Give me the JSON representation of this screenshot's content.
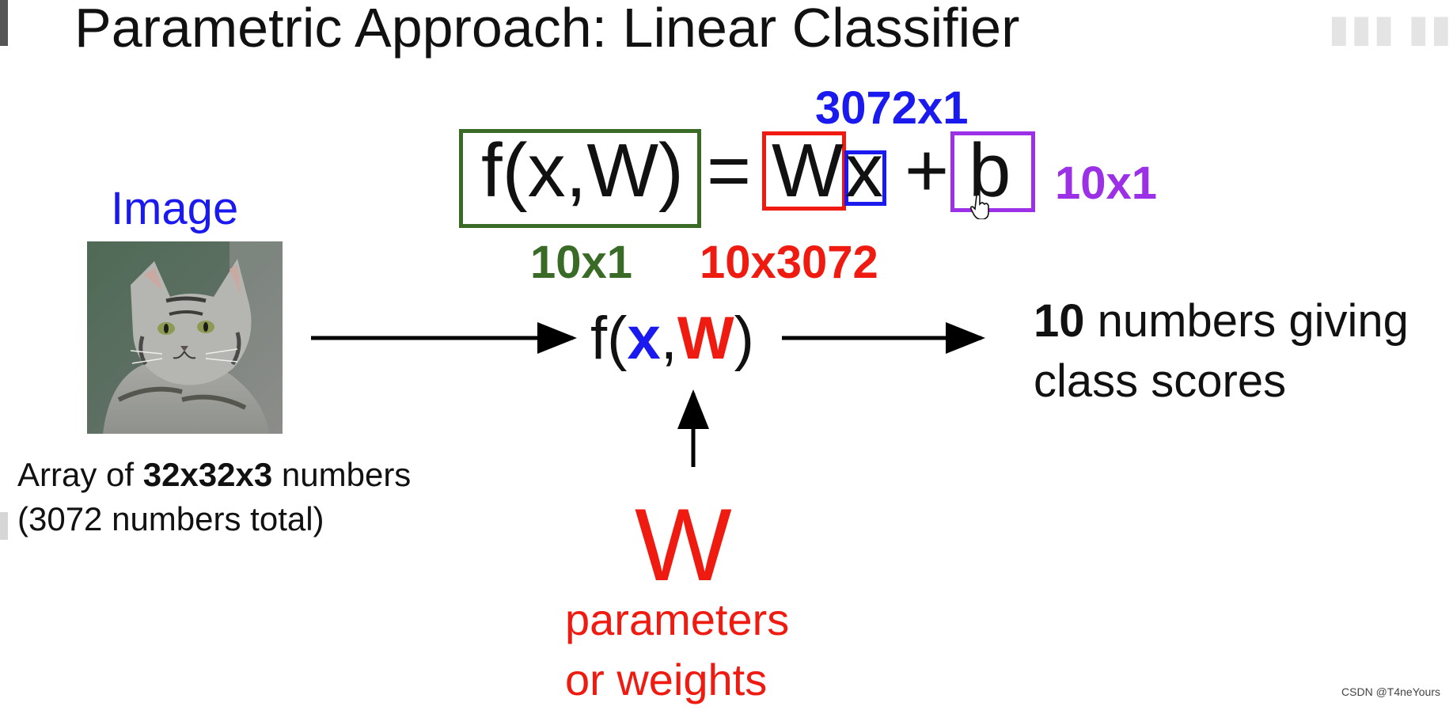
{
  "slide": {
    "title": "Parametric Approach: Linear Classifier",
    "credit": "CSDN @T4neYours"
  },
  "equation": {
    "f": "f(x,W)",
    "eq_sign": "=",
    "W": "W",
    "x": "x",
    "plus": "+",
    "b": "b",
    "dims": {
      "x_dim": "3072x1",
      "f_dim": "10x1",
      "W_dim": "10x3072",
      "b_dim": "10x1"
    }
  },
  "image_panel": {
    "label": "Image",
    "caption_prefix": "Array of ",
    "caption_bold": "32x32x3",
    "caption_suffix": " numbers",
    "caption_line2": "(3072 numbers total)"
  },
  "function_node": {
    "open": "f(",
    "x": "x",
    "comma": ",",
    "W": "W",
    "close": ")"
  },
  "output": {
    "bold": "10",
    "line1_rest": " numbers giving",
    "line2": "class scores"
  },
  "weights": {
    "symbol": "W",
    "line1": "parameters",
    "line2": "or weights"
  },
  "colors": {
    "f_box": "#3a6b26",
    "W": "#ef1a10",
    "x": "#1a1aee",
    "b": "#9b30e6"
  }
}
